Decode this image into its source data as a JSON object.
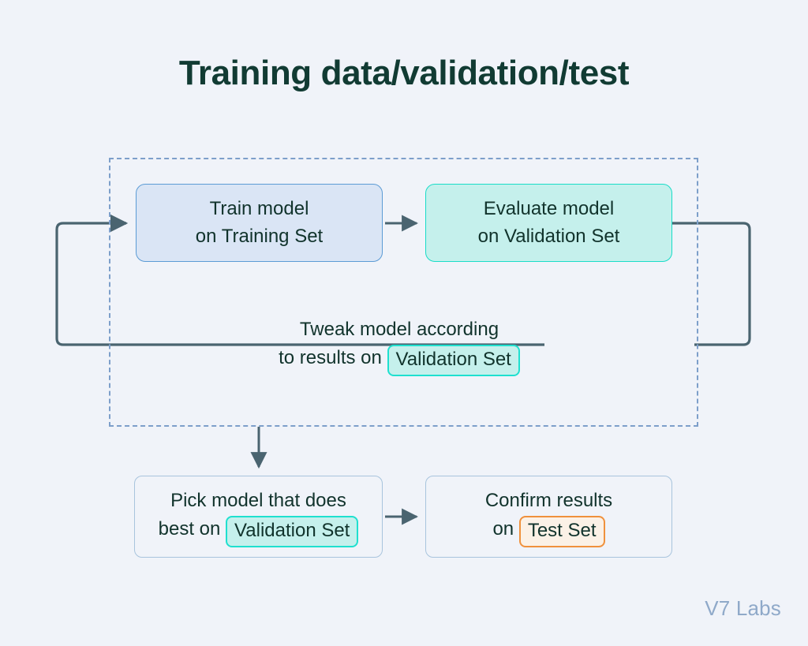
{
  "page": {
    "title": "Training data/validation/test",
    "background_color": "#f0f3f9",
    "watermark": "V7 Labs"
  },
  "colors": {
    "title_text": "#113b33",
    "node_text": "#11332c",
    "train_fill": "#dae5f5",
    "train_border": "#5b9bd5",
    "evaluate_fill": "#c5f0ec",
    "evaluate_border": "#19dcc8",
    "plain_box_border": "#a8c4dd",
    "dashed_border": "#7d9fca",
    "arrow": "#4a6470",
    "validation_pill_fill": "#c5f0ec",
    "validation_pill_border": "#1fe0cf",
    "test_pill_fill": "#fbf1e6",
    "test_pill_border": "#f0913c",
    "watermark_text": "#8fa9c9"
  },
  "diagram": {
    "nodes": {
      "train": {
        "line1": "Train model",
        "line2": "on Training Set"
      },
      "evaluate": {
        "line1": "Evaluate model",
        "line2": "on Validation Set"
      },
      "tweak": {
        "line1": "Tweak model according",
        "line2_prefix": "to results on",
        "line2_pill": "Validation Set"
      },
      "pick": {
        "line1": "Pick model that does",
        "line2_prefix": "best on",
        "line2_pill": "Validation Set"
      },
      "confirm": {
        "line1": "Confirm results",
        "line2_prefix": "on",
        "line2_pill": "Test Set"
      }
    },
    "edges": [
      {
        "name": "loop-into-train",
        "from": "tweak-loop-left",
        "to": "train"
      },
      {
        "name": "train-to-evaluate",
        "from": "train",
        "to": "evaluate"
      },
      {
        "name": "evaluate-to-tweak",
        "from": "evaluate",
        "to": "tweak"
      },
      {
        "name": "dashed-region-to-pick",
        "from": "training-loop",
        "to": "pick"
      },
      {
        "name": "pick-to-confirm",
        "from": "pick",
        "to": "confirm"
      }
    ]
  }
}
